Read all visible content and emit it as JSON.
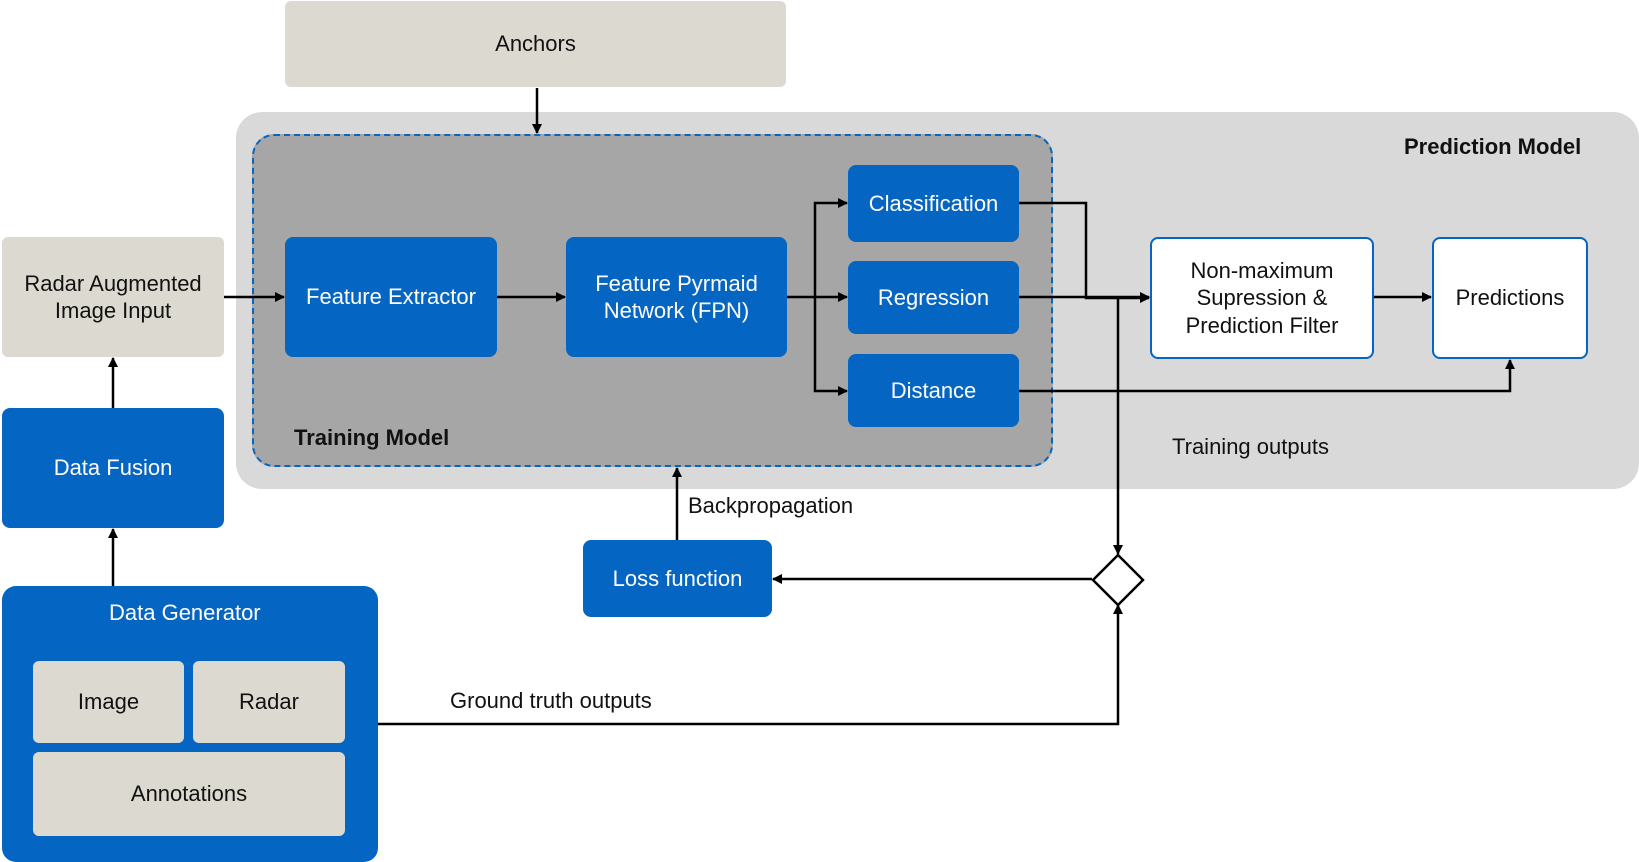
{
  "anchors": "Anchors",
  "prediction_model": "Prediction Model",
  "training_model": "Training Model",
  "radar_input": "Radar Augmented\nImage Input",
  "data_fusion": "Data Fusion",
  "feature_extractor": "Feature Extractor",
  "fpn": "Feature Pyrmaid\nNetwork (FPN)",
  "classification": "Classification",
  "regression": "Regression",
  "distance": "Distance",
  "nms": "Non-maximum\nSupression &\nPrediction Filter",
  "predictions": "Predictions",
  "training_outputs": "Training outputs",
  "backpropagation": "Backpropagation",
  "loss_function": "Loss function",
  "data_generator": {
    "title": "Data Generator",
    "image": "Image",
    "radar": "Radar",
    "annotations": "Annotations"
  },
  "ground_truth": "Ground truth outputs",
  "colors": {
    "blue": "#0565C2",
    "beige": "#DCDAD0",
    "prediction_region": "#D9D9D9",
    "training_region": "#A6A6A6"
  }
}
